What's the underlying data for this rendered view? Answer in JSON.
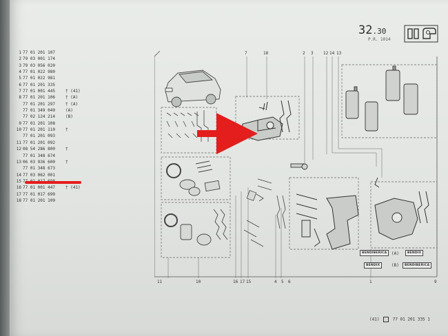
{
  "header": {
    "page_number": "32",
    "page_suffix": ".30",
    "sub_code": "P.R. 1014",
    "icon": "brake-caliper-pictogram-icon"
  },
  "parts_list": [
    {
      "idx": "1",
      "number": "77 01 201 107",
      "note": ""
    },
    {
      "idx": "2",
      "number": "79 03 001 174",
      "note": ""
    },
    {
      "idx": "3",
      "number": "79 03 056 020",
      "note": ""
    },
    {
      "idx": "4",
      "number": "77 01 022 980",
      "note": ""
    },
    {
      "idx": "5",
      "number": "77 01 022 981",
      "note": ""
    },
    {
      "idx": "6",
      "number": "77 01 201 335",
      "note": ""
    },
    {
      "idx": "7",
      "number": "77 01 001 445",
      "note": "† (41)"
    },
    {
      "idx": "8",
      "number": "77 01 201 106",
      "note": "† (A)"
    },
    {
      "idx": "",
      "number": "77 01 201 297",
      "note": "† (A)"
    },
    {
      "idx": "",
      "number": "77 01 349 049",
      "note": "(A)"
    },
    {
      "idx": "",
      "number": "77 02 124 214",
      "note": "(B)"
    },
    {
      "idx": "9",
      "number": "77 01 201 108",
      "note": ""
    },
    {
      "idx": "10",
      "number": "77 01 201 110",
      "note": "†"
    },
    {
      "idx": "",
      "number": "77 01 201 093",
      "note": ""
    },
    {
      "idx": "11",
      "number": "77 01 201 092",
      "note": ""
    },
    {
      "idx": "12",
      "number": "08 54 286 800",
      "note": "†"
    },
    {
      "idx": "",
      "number": "77 01 348 674",
      "note": ""
    },
    {
      "idx": "13",
      "number": "06 03 936 600",
      "note": "†"
    },
    {
      "idx": "",
      "number": "77 01 348 673",
      "note": ""
    },
    {
      "idx": "14",
      "number": "77 03 062 001",
      "note": ""
    },
    {
      "idx": "15",
      "number": "77 01 017 698",
      "note": ""
    },
    {
      "idx": "16",
      "number": "77 01 001 447",
      "note": "† (41)"
    },
    {
      "idx": "17",
      "number": "77 01 017 699",
      "note": ""
    },
    {
      "idx": "18",
      "number": "77 01 201 109",
      "note": ""
    }
  ],
  "callouts_top": [
    "7",
    "18",
    "2",
    "3",
    "12",
    "14",
    "13"
  ],
  "callouts_bottom": [
    "11",
    "10",
    "16",
    "17",
    "15",
    "4",
    "5",
    "6",
    "1",
    "9"
  ],
  "labels": {
    "bendiberica_1": "BENDIBERICA",
    "bendix_1": "BENDIX",
    "option_a": "(A)",
    "bendix_2": "BENDIX",
    "bendiberica_2": "BENDIBERICA",
    "option_b": "(B)"
  },
  "footer": {
    "ref": "(41)",
    "number": "77 01 201 335",
    "trail": "1"
  },
  "colors": {
    "highlight_red": "#e41d1d",
    "paper": "#e6e9e6",
    "ink": "#2c2f2e"
  }
}
